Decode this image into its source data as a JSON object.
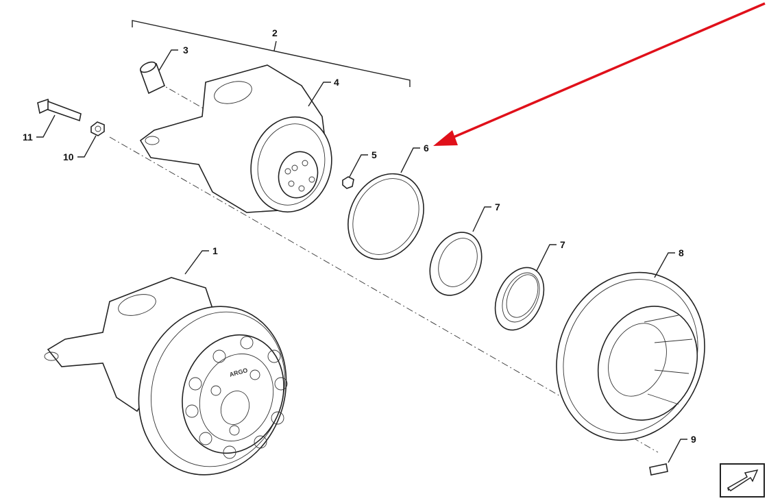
{
  "diagram": {
    "type": "exploded-parts-view",
    "callouts": [
      {
        "id": "c2",
        "label": "2"
      },
      {
        "id": "c3",
        "label": "3"
      },
      {
        "id": "c4",
        "label": "4"
      },
      {
        "id": "c11",
        "label": "11"
      },
      {
        "id": "c10",
        "label": "10"
      },
      {
        "id": "c5",
        "label": "5"
      },
      {
        "id": "c6",
        "label": "6"
      },
      {
        "id": "c7a",
        "label": "7"
      },
      {
        "id": "c7b",
        "label": "7"
      },
      {
        "id": "c8",
        "label": "8"
      },
      {
        "id": "c1",
        "label": "1"
      },
      {
        "id": "c9",
        "label": "9"
      }
    ],
    "hub_logo_text": "ARGO",
    "highlight_color": "#e0101a",
    "highlighted_part": "6",
    "nav_button_icon": "arrow-up-right-icon"
  }
}
